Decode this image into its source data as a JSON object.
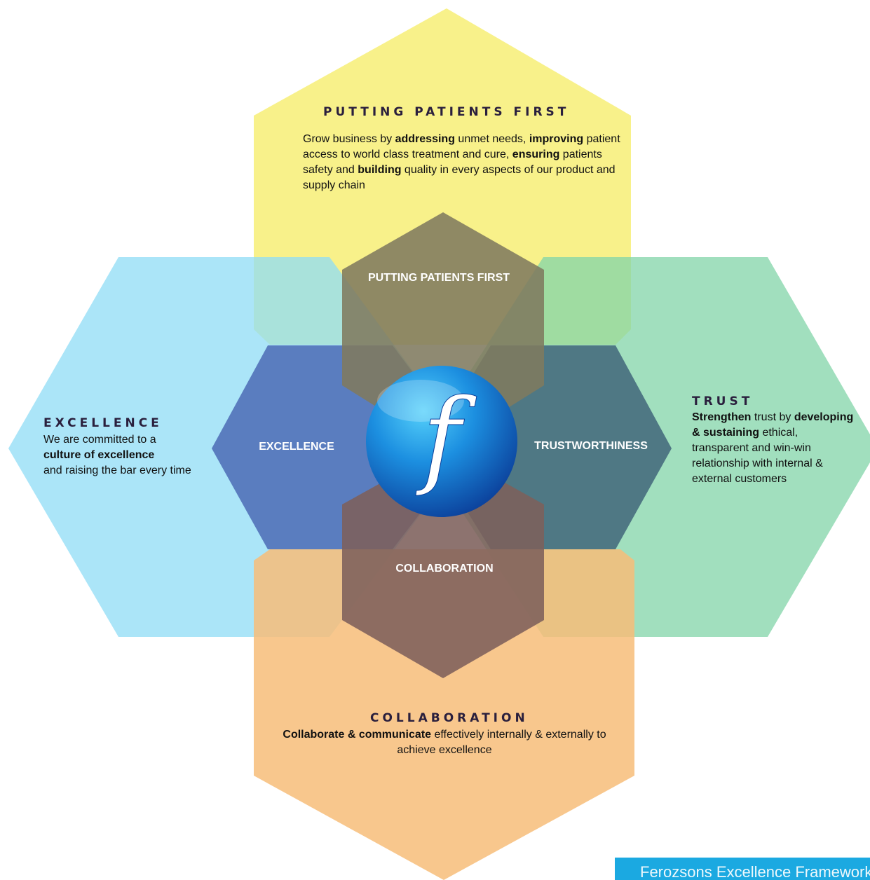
{
  "colors": {
    "top_yellow": "#f7ef7a",
    "left_blue": "#8fdcf5",
    "right_green": "#81d4a8",
    "bottom_orange": "#f7bd79",
    "inner_blue": "#4b6bb5",
    "inner_slate": "#41667a",
    "inner_olive": "#7f7a5e",
    "inner_brown": "#7d605b",
    "logo_blue": "#1c7fd4",
    "footer_blue": "#1ba9e1"
  },
  "top": {
    "heading": "PUTTING PATIENTS FIRST",
    "body": [
      {
        "t": "Grow business by ",
        "b": false
      },
      {
        "t": "addressing",
        "b": true
      },
      {
        "t": " unmet needs, ",
        "b": false
      },
      {
        "t": "improving",
        "b": true
      },
      {
        "t": " patient access to world class treatment and cure, ",
        "b": false
      },
      {
        "t": "ensuring",
        "b": true
      },
      {
        "t": " patients safety and ",
        "b": false
      },
      {
        "t": "building",
        "b": true
      },
      {
        "t": " quality in every aspects of our product and supply chain",
        "b": false
      }
    ]
  },
  "left": {
    "heading": "EXCELLENCE",
    "line1": "We are committed to a",
    "line2": "culture of excellence",
    "line3": "and raising the bar every time"
  },
  "right": {
    "heading": "TRUST",
    "body": [
      {
        "t": "Strengthen",
        "b": true
      },
      {
        "t": " trust by ",
        "b": false
      },
      {
        "t": "developing & sustaining",
        "b": true
      },
      {
        "t": " ethical, transparent and win-win relationship with internal & external customers",
        "b": false
      }
    ]
  },
  "bottom": {
    "heading": "COLLABORATION",
    "body_bold": "Collaborate & communicate",
    "body_rest": " effectively internally & externally to achieve excellence"
  },
  "inner": {
    "top_label": "PUTTING PATIENTS FIRST",
    "left_label": "EXCELLENCE",
    "right_label": "TRUSTWORTHINESS",
    "bottom_label": "COLLABORATION"
  },
  "logo_glyph": "f",
  "footer": {
    "text": "Ferozsons Excellence Framework"
  }
}
